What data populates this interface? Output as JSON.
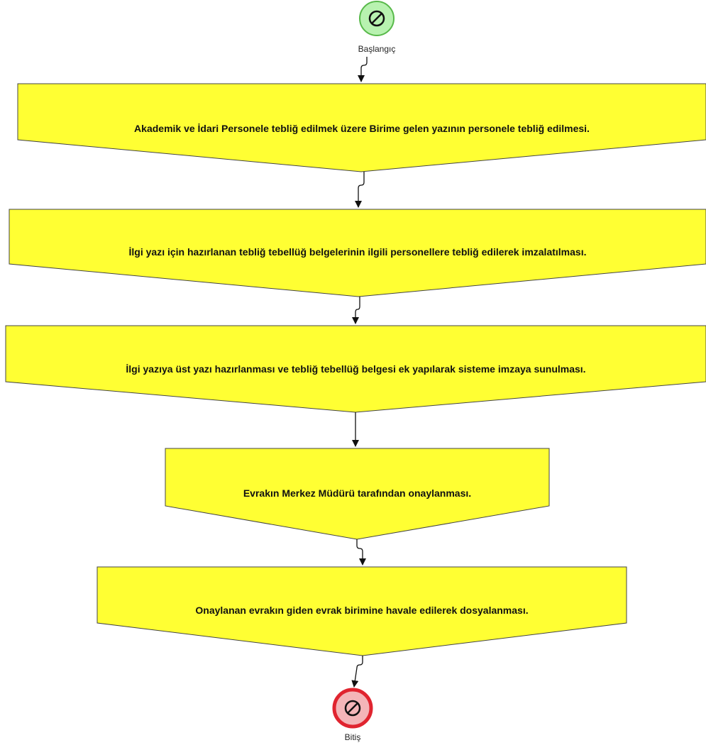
{
  "diagram": {
    "start_event": {
      "label": "Başlangıç",
      "icon": "prohibition-icon",
      "fill": "#b8f2b0",
      "stroke": "#58b94a"
    },
    "end_event": {
      "label": "Bitiş",
      "icon": "prohibition-icon",
      "fill": "#f4b5b8",
      "stroke": "#e0242f"
    },
    "step_fill": "#ffff33",
    "step_stroke": "#444444",
    "steps": [
      {
        "text": "Akademik ve İdari Personele tebliğ edilmek üzere Birime gelen yazının personele tebliğ edilmesi."
      },
      {
        "text": "İlgi yazı için hazırlanan tebliğ tebellüğ belgelerinin ilgili personellere tebliğ edilerek imzalatılması."
      },
      {
        "text": "İlgi yazıya üst yazı hazırlanması ve tebliğ tebellüğ belgesi ek yapılarak sisteme imzaya sunulması."
      },
      {
        "text": "Evrakın Merkez Müdürü tarafından onaylanması."
      },
      {
        "text": "Onaylanan evrakın giden evrak birimine havale edilerek dosyalanması."
      }
    ]
  }
}
